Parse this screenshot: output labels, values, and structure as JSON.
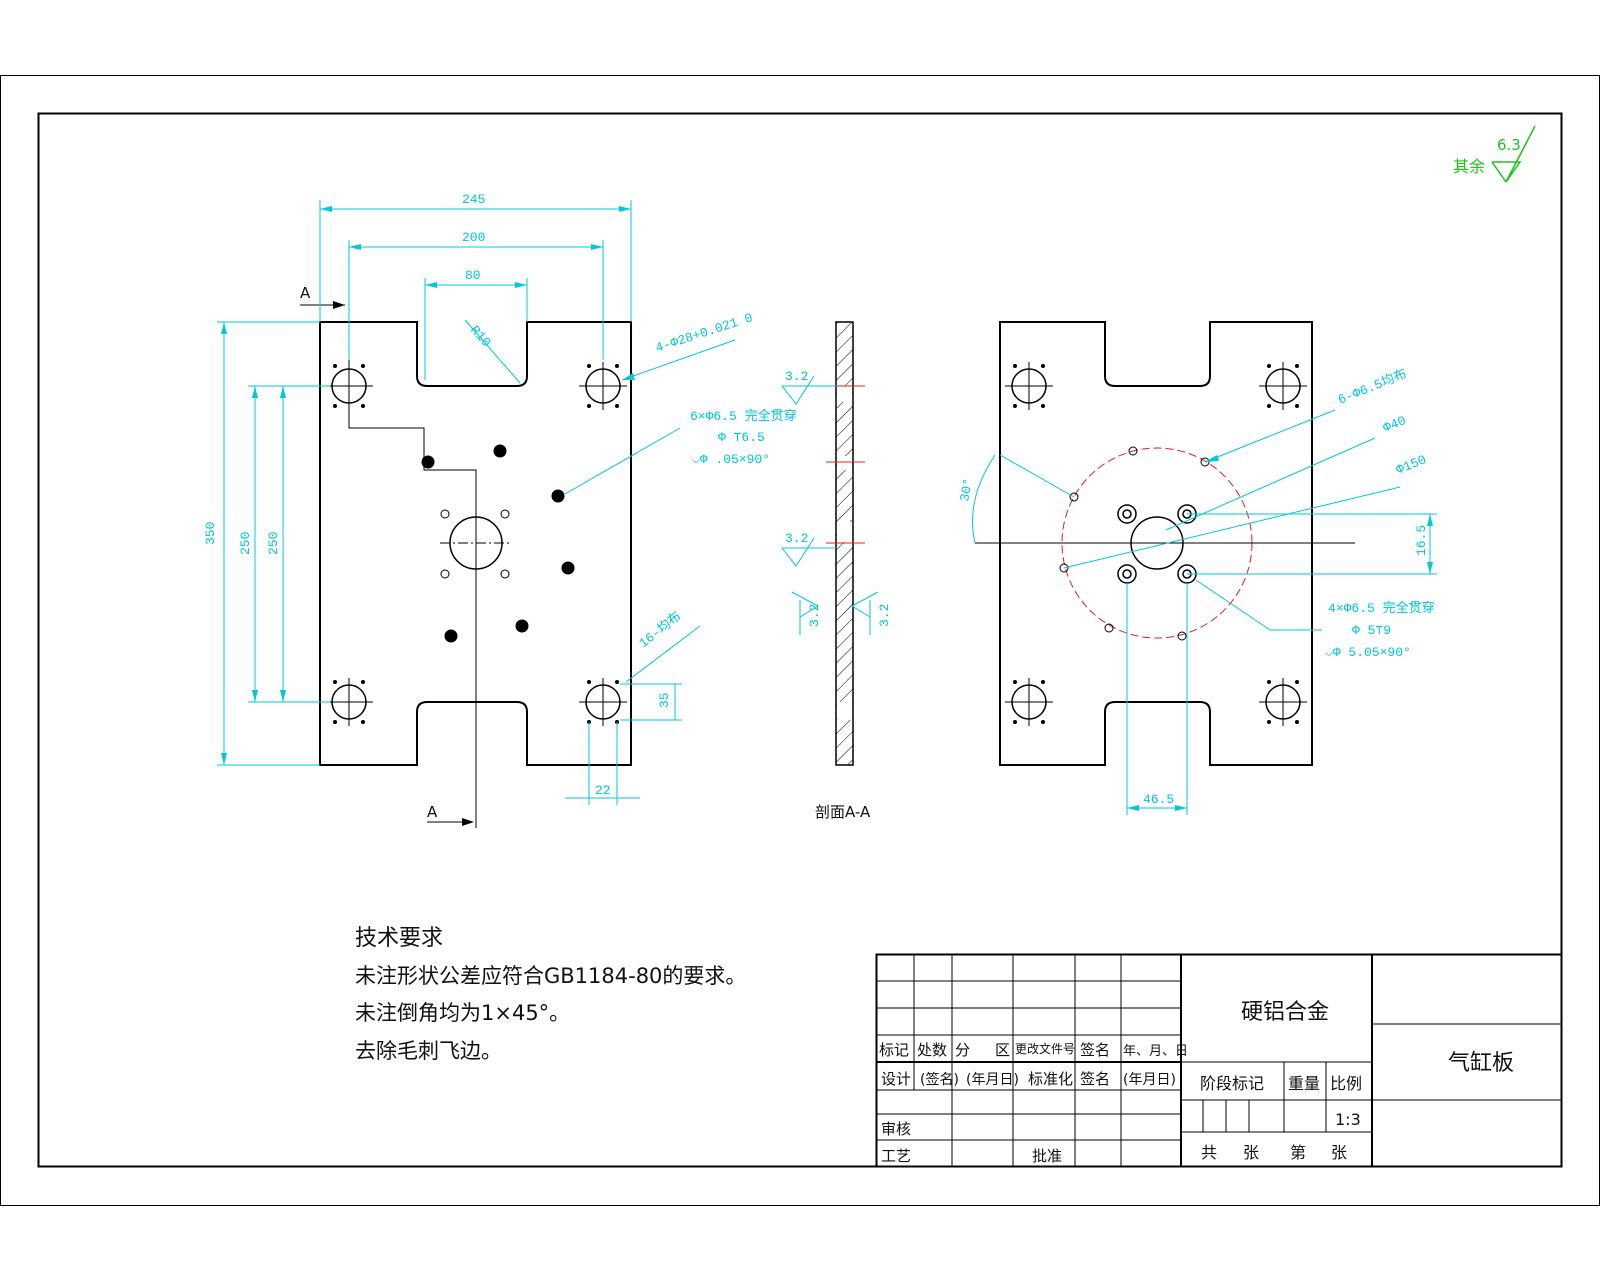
{
  "roughness": {
    "other_label": "其余",
    "value": "6.3"
  },
  "front_view": {
    "dim_width_total": "245",
    "dim_width_holes": "200",
    "dim_slot": "80",
    "dim_radius": "R10",
    "dim_height_total": "350",
    "dim_height_a": "250",
    "dim_height_b": "250",
    "dim_offset": "35",
    "dim_bottom": "22",
    "section_mark_top": "A",
    "section_mark_bottom": "A",
    "callout_big_hole": "4-Φ28+0.021 0",
    "callout_small_holes": [
      "6×Φ6.5 完全贯穿",
      "Φ  ⊤6.5",
      "⌵Φ  .05×90°"
    ],
    "callout_pins": "16-均布"
  },
  "section_view": {
    "caption": "剖面A-A",
    "roughness_1": "3.2",
    "roughness_2": "3.2",
    "roughness_3": "3.2",
    "roughness_4": "3.2"
  },
  "right_view": {
    "angle": "30°",
    "callout_6holes": "6-Φ6.5均布",
    "callout_d40": "Φ40",
    "callout_d150": "Φ150",
    "dim_16_5": "16.5",
    "dim_46_5": "46.5",
    "callout_4holes": [
      "4×Φ6.5 完全贯穿",
      "Φ  5⊤9",
      "⌵Φ  5.05×90°"
    ]
  },
  "tech_req": {
    "title": "技术要求",
    "lines": [
      "未注形状公差应符合GB1184-80的要求。",
      "未注倒角均为1×45°。",
      "去除毛刺飞边。"
    ]
  },
  "title_block": {
    "material": "硬铝合金",
    "part_name": "气缸板",
    "row_labels": [
      "标记",
      "处数",
      "分",
      "区",
      "更改文件号",
      "签名",
      "年、月、日"
    ],
    "design": "设计",
    "sign1": "(签名)",
    "date1": "(年月日)",
    "standard": "标准化",
    "sign2": "签名",
    "date2": "(年月日)",
    "review": "审核",
    "process": "工艺",
    "approve": "批准",
    "stage_mark": "阶段标记",
    "weight": "重量",
    "scale_label": "比例",
    "scale_value": "1:3",
    "total": "共",
    "sheets": "张",
    "no": "第",
    "sheet2": "张"
  }
}
